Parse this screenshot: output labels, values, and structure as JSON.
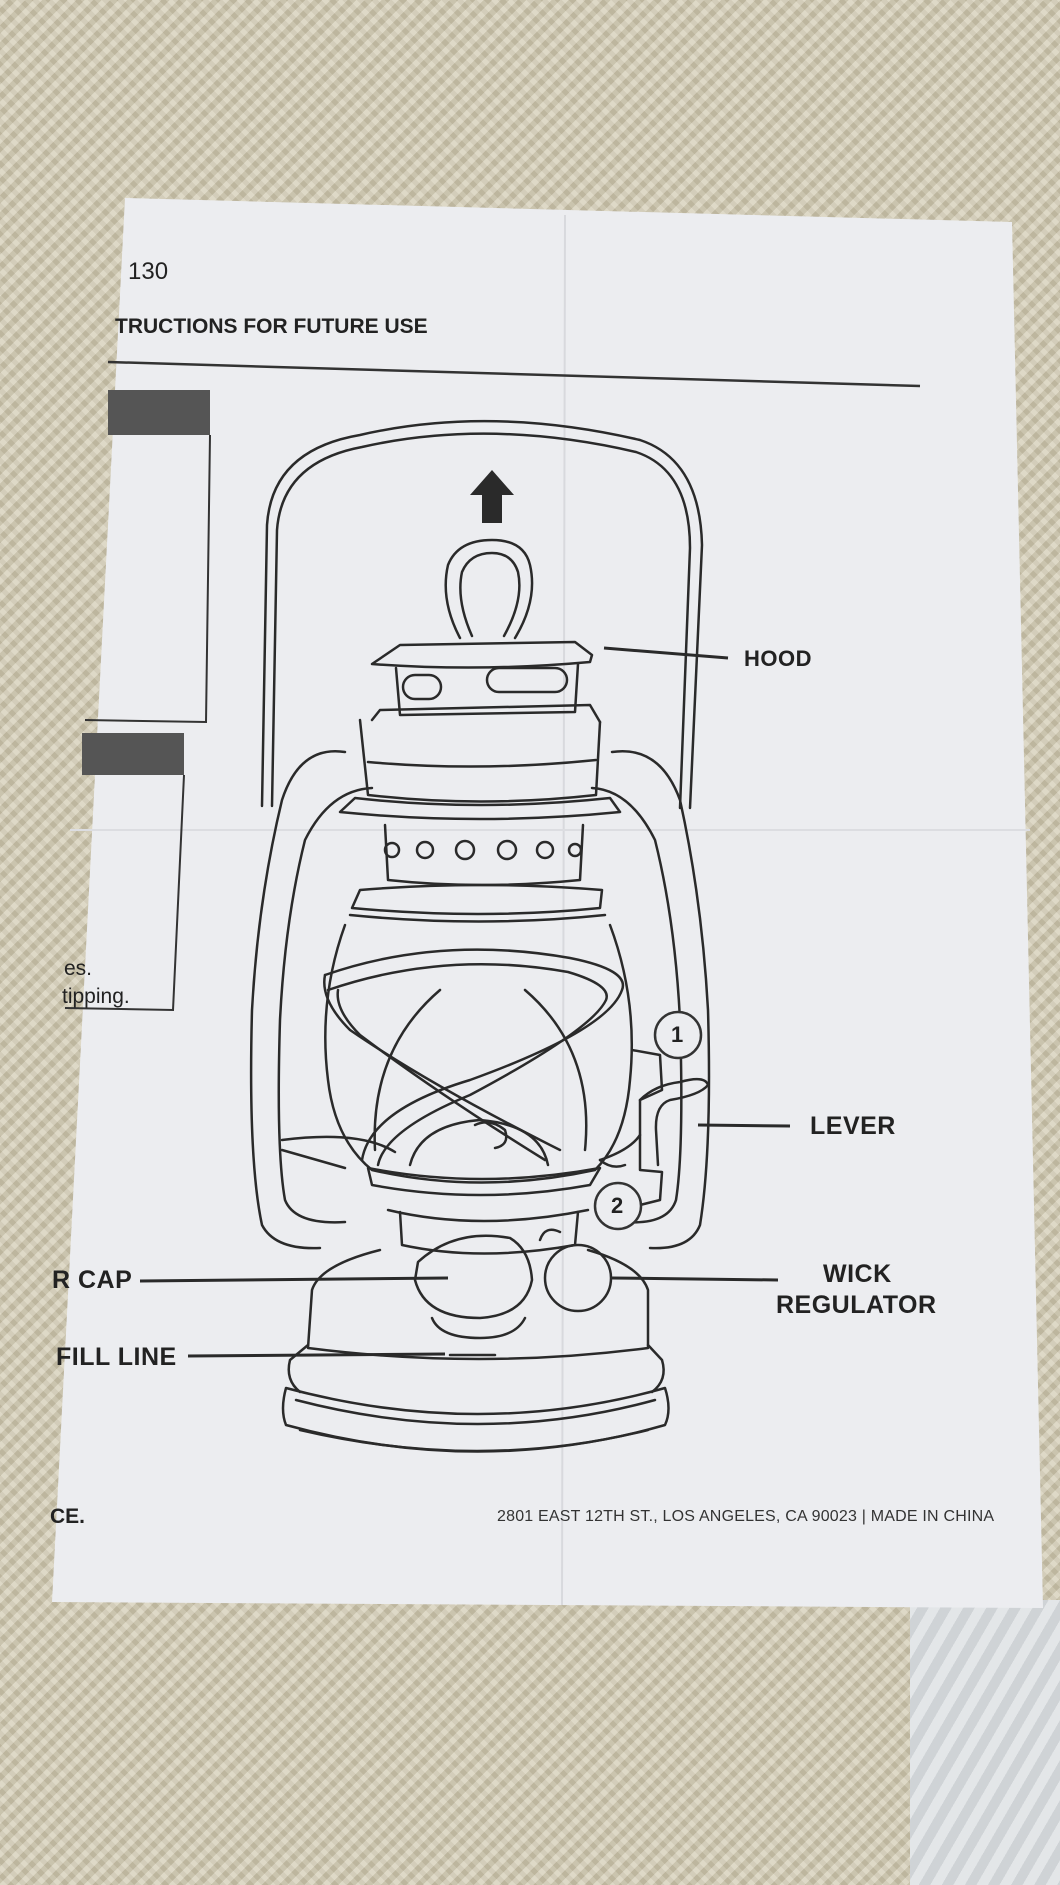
{
  "document": {
    "model_number": "130",
    "header_text": "TRUCTIONS FOR FUTURE USE",
    "side_text_line1": "es.",
    "side_text_line2": "tipping.",
    "footer_left": "CE.",
    "footer_address": "2801 EAST 12TH ST., LOS ANGELES, CA 90023 | MADE IN CHINA"
  },
  "diagram": {
    "labels": {
      "hood": "HOOD",
      "lever": "LEVER",
      "wick_line1": "WICK",
      "wick_line2": "REGULATOR",
      "cap": "R CAP",
      "fill_line": "FILL LINE"
    },
    "steps": [
      "1",
      "2"
    ]
  },
  "colors": {
    "paper": "#ecedf0",
    "ink": "#2a2a2a",
    "background": "#cfc7ad"
  }
}
